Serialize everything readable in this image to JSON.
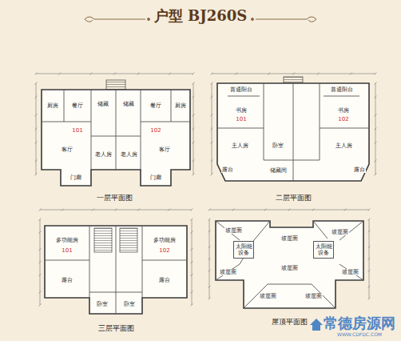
{
  "diagram": {
    "title": "户型 BJ260S",
    "nodes": [
      {
        "text": [
          "一层平面图"
        ]
      },
      {
        "text": [
          "厨房"
        ],
        "in": 0
      },
      {
        "text": [
          "餐厅"
        ],
        "in": 0
      },
      {
        "text": [
          "储藏"
        ],
        "in": 0
      },
      {
        "text": [
          "储藏"
        ],
        "in": 0
      },
      {
        "text": [
          "餐厅"
        ],
        "in": 0
      },
      {
        "text": [
          "厨房"
        ],
        "in": 0
      },
      {
        "text": [
          "客厅"
        ],
        "in": 0
      },
      {
        "text": [
          "老人房"
        ],
        "in": 0
      },
      {
        "text": [
          "老人房"
        ],
        "in": 0
      },
      {
        "text": [
          "客厅"
        ],
        "in": 0
      },
      {
        "text": [
          "门廊"
        ],
        "in": 0
      },
      {
        "text": [
          "门廊"
        ],
        "in": 0
      },
      {
        "text": [
          "二层平面图"
        ]
      },
      {
        "text": [
          "普通阳台"
        ],
        "in": 13
      },
      {
        "text": [
          "普通阳台"
        ],
        "in": 13
      },
      {
        "text": [
          "书房"
        ],
        "in": 13
      },
      {
        "text": [
          "书房"
        ],
        "in": 13
      },
      {
        "text": [
          "主人房"
        ],
        "in": 13
      },
      {
        "text": [
          "卧室"
        ],
        "in": 13
      },
      {
        "text": [
          "主人房"
        ],
        "in": 13
      },
      {
        "text": [
          "露台"
        ],
        "in": 13
      },
      {
        "text": [
          "储藏间"
        ],
        "in": 13
      },
      {
        "text": [
          "露台"
        ],
        "in": 13
      },
      {
        "text": [
          "三层平面图"
        ]
      },
      {
        "text": [
          "多功能房"
        ],
        "in": 24
      },
      {
        "text": [
          "多功能房"
        ],
        "in": 24
      },
      {
        "text": [
          "露台"
        ],
        "in": 24
      },
      {
        "text": [
          "卧室"
        ],
        "in": 24
      },
      {
        "text": [
          "卧室"
        ],
        "in": 24
      },
      {
        "text": [
          "露台"
        ],
        "in": 24
      },
      {
        "text": [
          "屋顶平面图"
        ]
      },
      {
        "text": [
          "坡屋面"
        ],
        "in": 31
      },
      {
        "text": [
          "坡屋面"
        ],
        "in": 31
      },
      {
        "text": [
          "坡屋面"
        ],
        "in": 31
      },
      {
        "text": [
          "太阳能设备"
        ],
        "in": 31
      },
      {
        "text": [
          "太阳能设备"
        ],
        "in": 31
      },
      {
        "text": [
          "坡屋面"
        ],
        "in": 31
      },
      {
        "text": [
          "坡屋面"
        ],
        "in": 31
      },
      {
        "text": [
          "坡屋面"
        ],
        "in": 31
      },
      {
        "text": [
          "坡屋面"
        ],
        "in": 31
      },
      {
        "text": [
          "坡屋面"
        ],
        "in": 31
      }
    ],
    "labels": [
      "101",
      "102",
      "101",
      "102",
      "101",
      "102",
      "常德房源网",
      "WWW.CDFDC.COM"
    ]
  }
}
